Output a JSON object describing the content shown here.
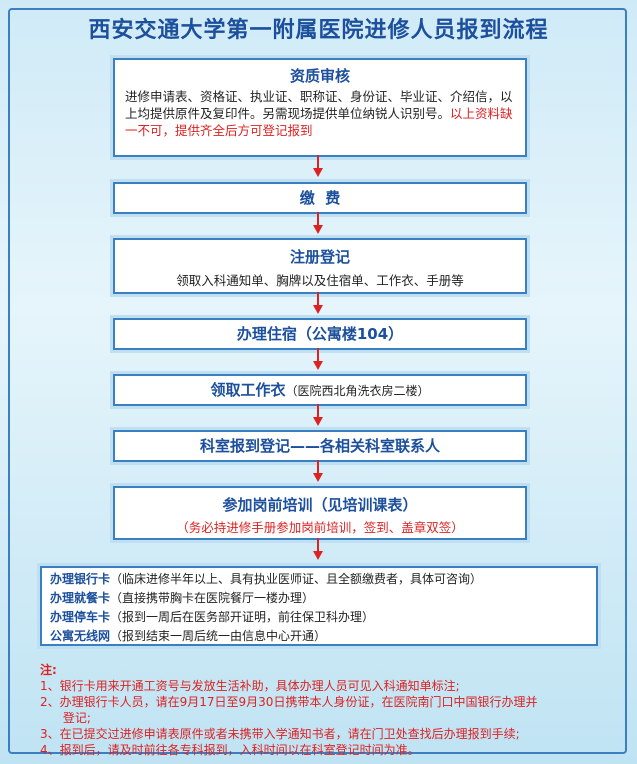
{
  "title": "西安交通大学第一附属医院进修人员报到流程",
  "steps": {
    "qualification": {
      "heading": "资质审核",
      "body_black": "进修申请表、资格证、执业证、职称证、身份证、毕业证、介绍信，以上均提供原件及复印件。另需现场提供单位纳锐人识别号。",
      "body_red": "以上资料缺一不可，提供齐全后方可登记报到"
    },
    "payment": {
      "heading": "缴  费"
    },
    "registration": {
      "heading": "注册登记",
      "body": "领取入科通知单、胸牌以及住宿单、工作衣、手册等"
    },
    "housing": {
      "heading": "办理住宿（公寓楼104）"
    },
    "uniform": {
      "heading": "领取工作衣",
      "detail": "（医院西北角洗衣房二楼）"
    },
    "department": {
      "heading": "科室报到登记——各相关科室联系人"
    },
    "training": {
      "heading": "参加岗前培训（见培训课表）",
      "body_red": "（务必持进修手册参加岗前培训，签到、盖章双签）"
    }
  },
  "services": [
    {
      "label": "办理银行卡",
      "detail": "（临床进修半年以上、具有执业医师证、且全额缴费者，具体可咨询）"
    },
    {
      "label": "办理就餐卡",
      "detail": "（直接携带胸卡在医院餐厅一楼办理）"
    },
    {
      "label": "办理停车卡",
      "detail": "（报到一周后在医务部开证明，前往保卫科办理）"
    },
    {
      "label": "公寓无线网",
      "detail": "（报到结束一周后统一由信息中心开通）"
    }
  ],
  "notes": {
    "title": "注:",
    "items": [
      "1、银行卡用来开通工资号与发放生活补助，具体办理人员可见入科通知单标注;",
      "2、办理银行卡人员，请在9月17日至9月30日携带本人身份证，在医院南门口中国银行办理并",
      "      登记;",
      "3、在已提交过进修申请表原件或者未携带入学通知书者，请在门卫处查找后办理报到手续;",
      "4、报到后，请及时前往各专科报到，入科时间以在科室登记时间为准。"
    ]
  }
}
